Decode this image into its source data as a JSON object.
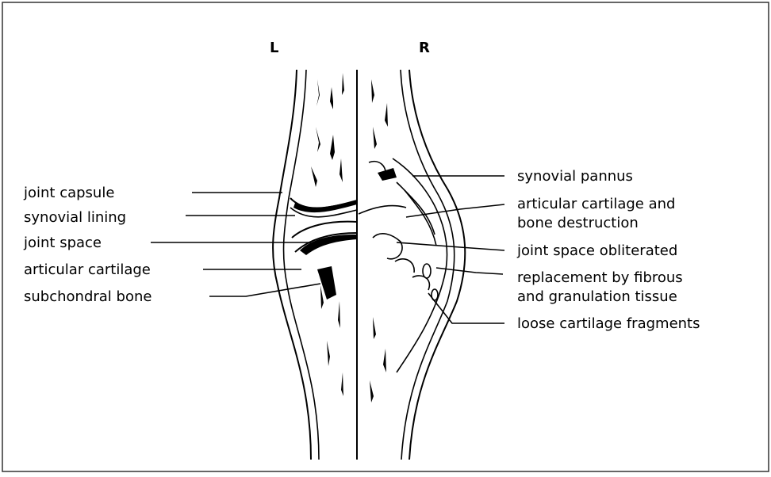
{
  "diagram": {
    "side_left": "L",
    "side_right": "R",
    "left_labels": [
      "joint capsule",
      "synovial lining",
      "joint space",
      "articular cartilage",
      "subchondral bone"
    ],
    "right_labels": [
      "synovial pannus",
      "articular cartilage and",
      "bone destruction",
      "joint space obliterated",
      "replacement by fibrous",
      "and granulation tissue",
      "loose cartilage fragments"
    ]
  }
}
